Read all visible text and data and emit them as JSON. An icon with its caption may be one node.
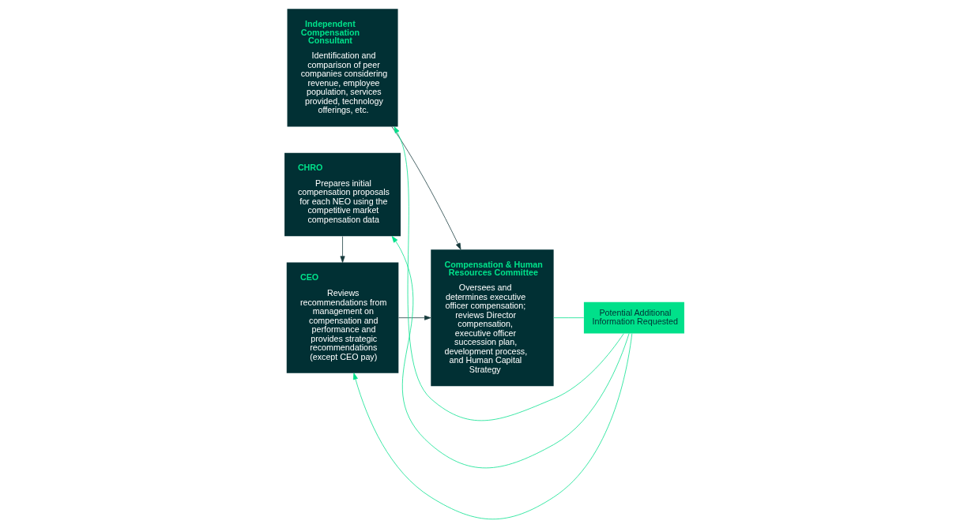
{
  "diagram": {
    "nodes": [
      {
        "text": [
          "Independent Compensation Consultant",
          "Identification and comparison of peer companies considering revenue, employee population, services provided, technology offerings, etc."
        ]
      },
      {
        "text": [
          "CHRO",
          "Prepares initial compensation proposals for each NEO using the competitive market compensation data"
        ]
      },
      {
        "text": [
          "CEO",
          "Reviews recommendations from management on compensation and performance and provides strategic recommendations (except CEO pay)"
        ]
      },
      {
        "text": [
          "Compensation & Human Resources Committee",
          "Oversees and determines executive officer compensation; reviews Director compensation, executive officer succession plan, development process, and Human Capital Strategy"
        ]
      },
      {
        "text": [
          "Potential Additional Information Requested"
        ]
      }
    ],
    "edges": [
      {
        "from": 0,
        "to": 3,
        "arrow": "to",
        "color": "#163a3c"
      },
      {
        "from": 1,
        "to": 2,
        "arrow": "to",
        "color": "#163a3c"
      },
      {
        "from": 2,
        "to": 3,
        "arrow": "to",
        "color": "#163a3c"
      },
      {
        "from": 3,
        "to": 4,
        "arrow": "none"
      },
      {
        "from": 4,
        "to": 0,
        "arrow": "to"
      },
      {
        "from": 4,
        "to": 1,
        "arrow": "to"
      },
      {
        "from": 4,
        "to": 2,
        "arrow": "to"
      }
    ]
  }
}
